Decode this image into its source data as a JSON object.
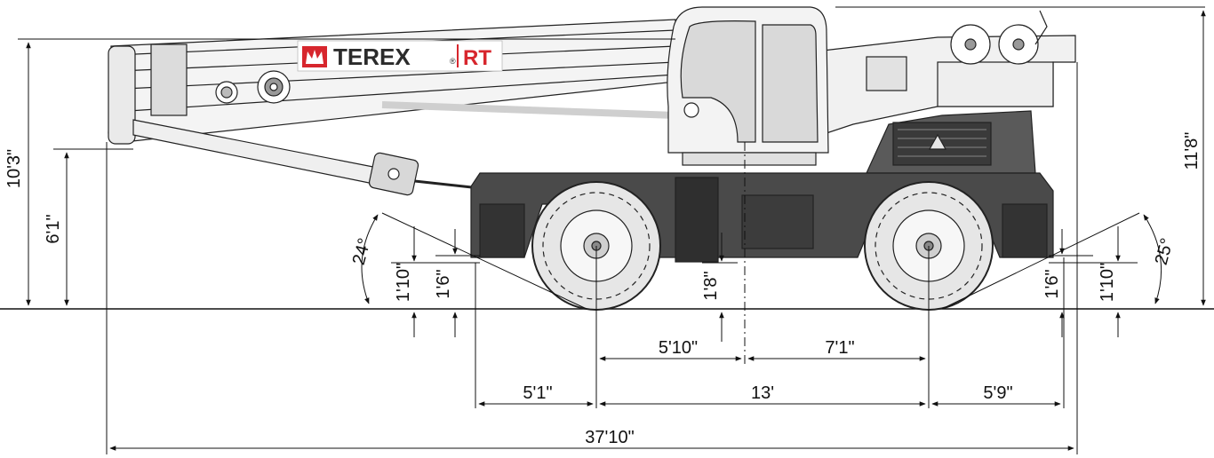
{
  "brand": {
    "name": "TEREX",
    "registered": "®",
    "model": "RT",
    "colors": {
      "red": "#d7262d",
      "dark": "#2b2b2b"
    }
  },
  "dimensions": {
    "overall_height_left": "10'3\"",
    "boom_pivot_height": "6'1\"",
    "front_clearance_outer": "1'10\"",
    "front_clearance_inner": "1'6\"",
    "approach_angle": "24°",
    "ground_clearance": "1'8\"",
    "rear_clearance_inner": "1'6\"",
    "rear_clearance_outer": "1'10\"",
    "departure_angle": "25°",
    "overall_height_right": "11'8\"",
    "front_axle_to_center": "5'10\"",
    "center_to_rear_axle": "7'1\"",
    "front_overhang": "5'1\"",
    "wheelbase": "13'",
    "rear_overhang": "5'9\"",
    "overall_length": "37'10\""
  },
  "colors": {
    "line": "#111111",
    "body_gray": "#4a4a4a",
    "tire": "#e6e6e6",
    "cab_glass": "#d9d9d9"
  }
}
